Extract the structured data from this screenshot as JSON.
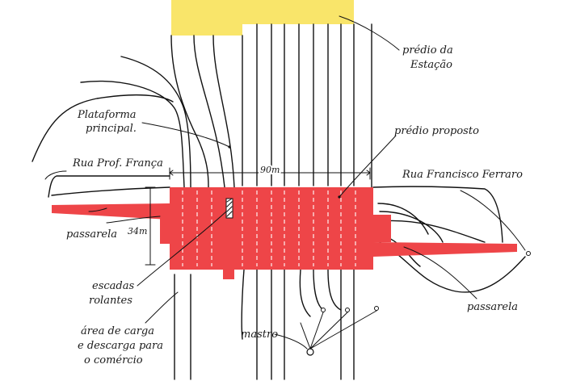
{
  "colors": {
    "building": "#ee4548",
    "station": "#f9e56a",
    "ink": "#111111"
  },
  "labels": {
    "predio_estacao_1": "prédio da",
    "predio_estacao_2": "Estação",
    "plataforma_1": "Plataforma",
    "plataforma_2": "principal.",
    "predio_proposto": "prédio proposto",
    "rua_prof_franca": "Rua Prof. França",
    "rua_francisco_ferraro": "Rua Francisco Ferraro",
    "dim_90m": "90m",
    "dim_34m": "34m",
    "passarela_left": "passarela",
    "passarela_right": "passarela",
    "escadas_1": "escadas",
    "escadas_2": "rolantes",
    "area_1": "área de carga",
    "area_2": "e descarga para",
    "area_3": "o comércio",
    "mastro": "mastro"
  }
}
